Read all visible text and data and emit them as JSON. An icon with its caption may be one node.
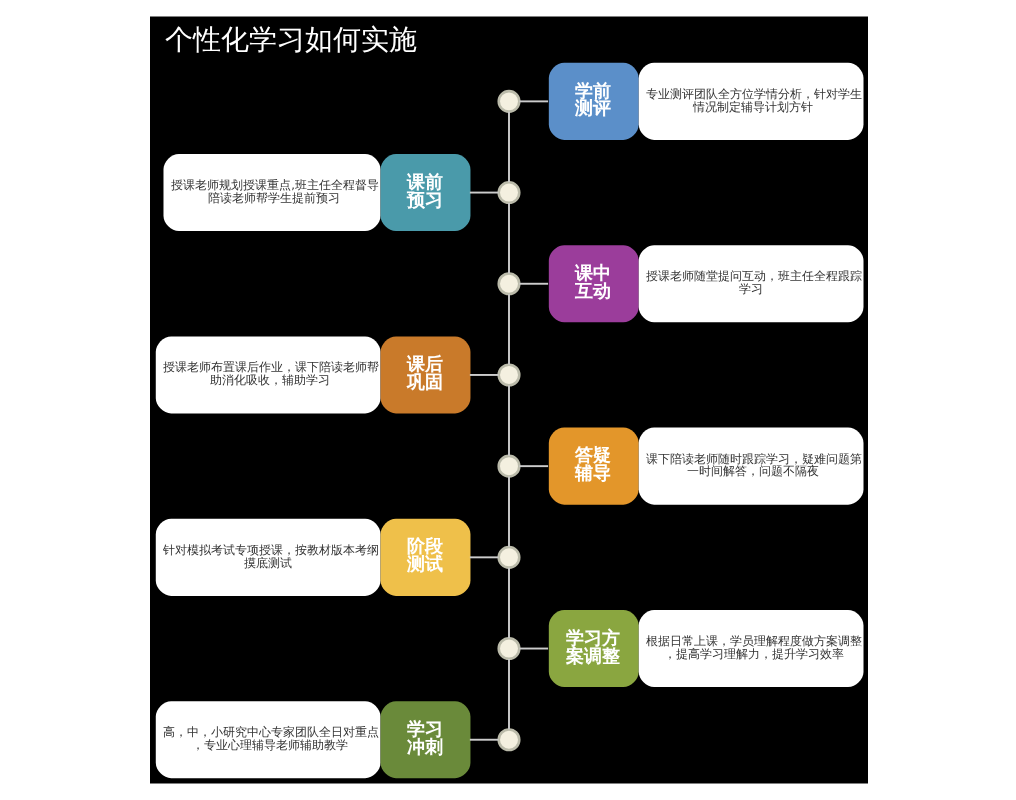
{
  "diagram": {
    "title": "个性化学习如何实施",
    "nodes": [
      {
        "text": [
          "学前测评",
          "专业测评团队全方位学情分析，针对学生情况制定辅导计划方针"
        ]
      },
      {
        "text": [
          "授课老师规划授课重点,班主任全程督导陪读老师帮学生提前预习",
          "课前预习"
        ]
      },
      {
        "text": [
          "课中互动",
          "授课老师随堂提问互动，班主任全程跟踪学习"
        ]
      },
      {
        "text": [
          "授课老师布置课后作业，课下陪读老师帮助消化吸收，辅助学习",
          "课后巩固"
        ]
      },
      {
        "text": [
          "答疑辅导",
          "课下陪读老师随时跟踪学习，疑难问题第一时间解答，问题不隔夜"
        ]
      },
      {
        "text": [
          "针对模拟考试专项授课，按教材版本考纲摸底测试",
          "阶段测试"
        ]
      },
      {
        "text": [
          "学习方案调整",
          "根据日常上课，学员理解程度做方案调整，提高学习理解力，提升学习效率"
        ]
      },
      {
        "text": [
          "高，中，小研究中心专家团队全日对重点，专业心理辅导老师辅助教学",
          "学习冲刺"
        ]
      },
      {
        "text": [],
        "shape": "circle"
      },
      {
        "text": [],
        "shape": "circle"
      },
      {
        "text": [],
        "shape": "circle"
      },
      {
        "text": [],
        "shape": "circle"
      },
      {
        "text": [],
        "shape": "circle"
      },
      {
        "text": [],
        "shape": "circle"
      },
      {
        "text": [],
        "shape": "circle"
      },
      {
        "text": [],
        "shape": "circle"
      }
    ],
    "edges": [
      {
        "from": 8,
        "to": 0,
        "arrow": "none"
      },
      {
        "from": 1,
        "to": 9,
        "arrow": "none"
      },
      {
        "from": 10,
        "to": 2,
        "arrow": "none"
      },
      {
        "from": 3,
        "to": 11,
        "arrow": "none"
      },
      {
        "from": 12,
        "to": 4,
        "arrow": "none"
      },
      {
        "from": 5,
        "to": 13,
        "arrow": "none"
      },
      {
        "from": 14,
        "to": 6,
        "arrow": "none"
      },
      {
        "from": 7,
        "to": 15,
        "arrow": "none"
      },
      {
        "from": 8,
        "to": 9,
        "arrow": "none"
      },
      {
        "from": 9,
        "to": 10,
        "arrow": "none"
      },
      {
        "from": 10,
        "to": 11,
        "arrow": "none"
      },
      {
        "from": 11,
        "to": 12,
        "arrow": "none"
      },
      {
        "from": 12,
        "to": 13,
        "arrow": "none"
      },
      {
        "from": 13,
        "to": 14,
        "arrow": "none"
      },
      {
        "from": 14,
        "to": 15,
        "arrow": "none"
      }
    ]
  }
}
